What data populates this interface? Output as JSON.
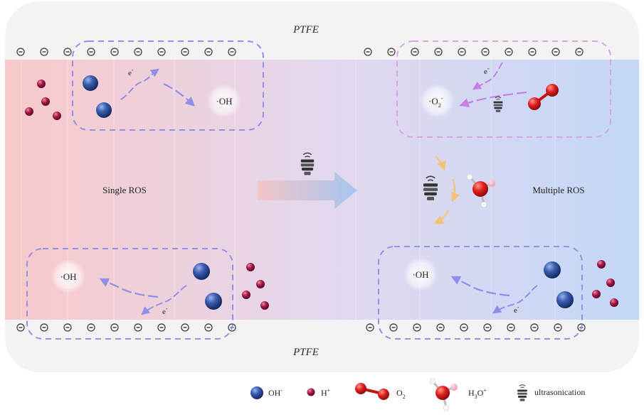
{
  "membrane_top": "PTFE",
  "membrane_bottom": "PTFE",
  "electron_charge": "⊝",
  "left_panel": {
    "label": "Single ROS",
    "top_box": {
      "electron": "e",
      "electron_sup": "-",
      "product": "·OH"
    },
    "bottom_box": {
      "electron": "e",
      "electron_sup": "-",
      "product": "·OH"
    }
  },
  "right_panel": {
    "label": "Multiple ROS",
    "top_box": {
      "electron": "e",
      "electron_sup": "-",
      "product": "·O",
      "product_sub": "2",
      "product_sup": "-"
    },
    "bottom_box": {
      "electron": "e",
      "electron_sup": "-",
      "product": "·OH"
    }
  },
  "legend": {
    "oh": {
      "text": "OH",
      "sup": "-"
    },
    "h": {
      "text": "H",
      "sup": "+"
    },
    "o2": {
      "text": "O",
      "sub": "2"
    },
    "h3o": {
      "a": "H",
      "sub": "3",
      "b": "O",
      "sup": "+"
    },
    "ultrasonication": "ultrasonication"
  },
  "colors": {
    "left_tint": "#f7c8c8",
    "right_tint": "#c3d6f6",
    "oh_ion": "#2f4f9a",
    "h_ion": "#9a1445",
    "oxygen": "#d61e1e",
    "dashed_box_left": "#8f92e6",
    "dashed_box_right_top": "#d9a3e8",
    "arrow_left": "#8f8fe8",
    "arrow_right_top": "#c77fe0"
  }
}
